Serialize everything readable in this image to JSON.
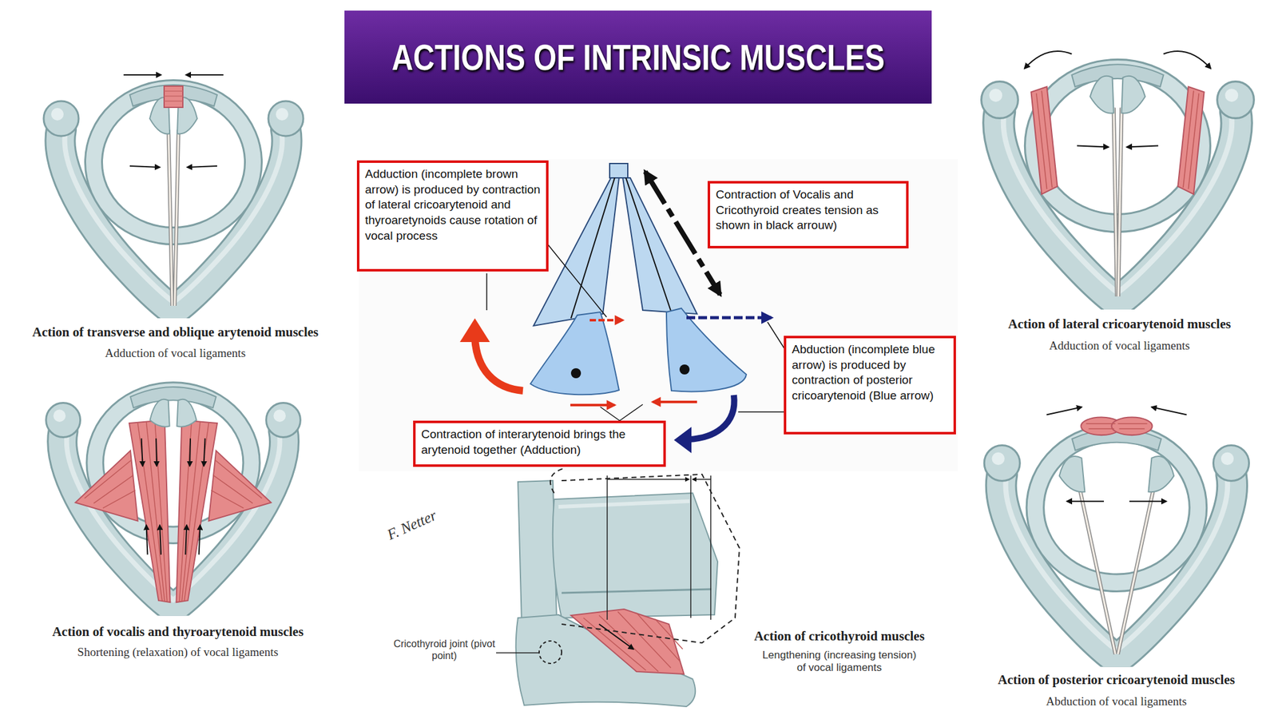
{
  "diagram": {
    "title": "ACTIONS OF INTRINSIC MUSCLES",
    "nodes": [
      {
        "text": [
          "Adduction (incomplete brown arrow) is produced by contraction of lateral cricoarytenoid and thyroaretynoids cause rotation of vocal process"
        ]
      },
      {
        "text": [
          "Contraction of Vocalis and Cricothyroid creates tension as shown in black arrouw)"
        ]
      },
      {
        "text": [
          "Abduction (incomplete blue arrow) is produced by contraction of posterior cricoarytenoid (Blue arrow)"
        ]
      },
      {
        "text": [
          "Contraction of interarytenoid brings the arytenoid together (Adduction)"
        ]
      }
    ],
    "labels": [
      "Action of transverse and oblique arytenoid muscles",
      "Adduction of vocal ligaments",
      "Action of vocalis and thyroarytenoid muscles",
      "Shortening (relaxation) of vocal ligaments",
      "F. Netter",
      "Cricothyroid joint (pivot point)",
      "Action of cricothyroid muscles",
      "Lengthening (increasing tension) of vocal ligaments",
      "Action of lateral cricoarytenoid muscles",
      "Adduction of vocal ligaments",
      "Action of posterior cricoarytenoid muscles",
      "Abduction of vocal ligaments"
    ]
  }
}
